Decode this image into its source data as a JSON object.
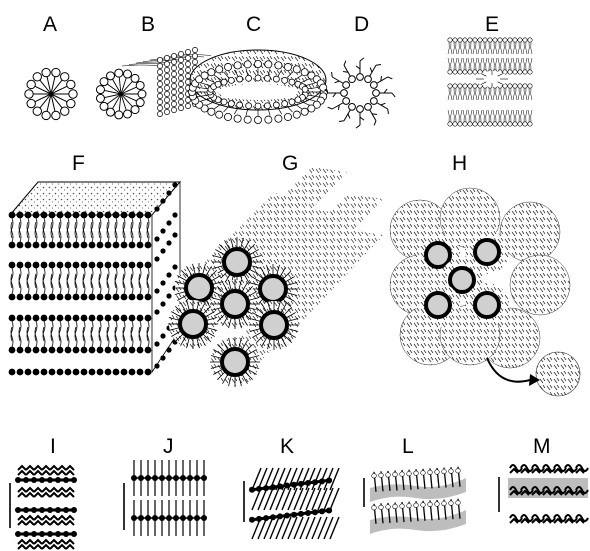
{
  "panels": {
    "A": "A",
    "B": "B",
    "C": "C",
    "D": "D",
    "E": "E",
    "F": "F",
    "G": "G",
    "H": "H",
    "I": "I",
    "J": "J",
    "K": "K",
    "L": "L",
    "M": "M"
  },
  "colors": {
    "ink": "#000000",
    "head_fill": "#ffffff",
    "core_fill": "#d0d0d0",
    "water_band": "#bdbdbd"
  },
  "icons": {
    "transition_arrow": "curved-arrow-icon"
  }
}
